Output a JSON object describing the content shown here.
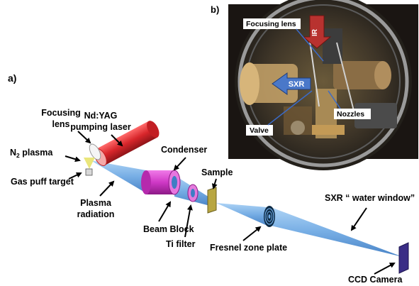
{
  "panel_a": {
    "label": "a)",
    "laser": [
      "Nd:YAG",
      "pumping laser"
    ],
    "focusing_lens": [
      "Focusing",
      "lens"
    ],
    "n2_plasma": {
      "base": "N",
      "sub": "2",
      "rest": " plasma"
    },
    "gas_puff_target": "Gas puff target",
    "plasma_radiation": [
      "Plasma",
      "radiation"
    ],
    "condenser": "Condenser",
    "beam_block": "Beam Block",
    "ti_filter": "Ti filter",
    "sample": "Sample",
    "fresnel_zone_plate": "Fresnel zone plate",
    "sxr_water_window": "SXR “ water window”",
    "ccd_camera": "CCD Camera"
  },
  "panel_b": {
    "label": "b)",
    "focusing_lens": "Focusing lens",
    "ir": "IR",
    "sxr": "SXR",
    "nozzles": "Nozzles",
    "valve": "Valve"
  },
  "colors": {
    "beam": "#7fb6ea",
    "laser": "#d8262b",
    "condenser": "#d13ec8",
    "ccd": "#3a2d86",
    "sample": "#b8a641"
  }
}
